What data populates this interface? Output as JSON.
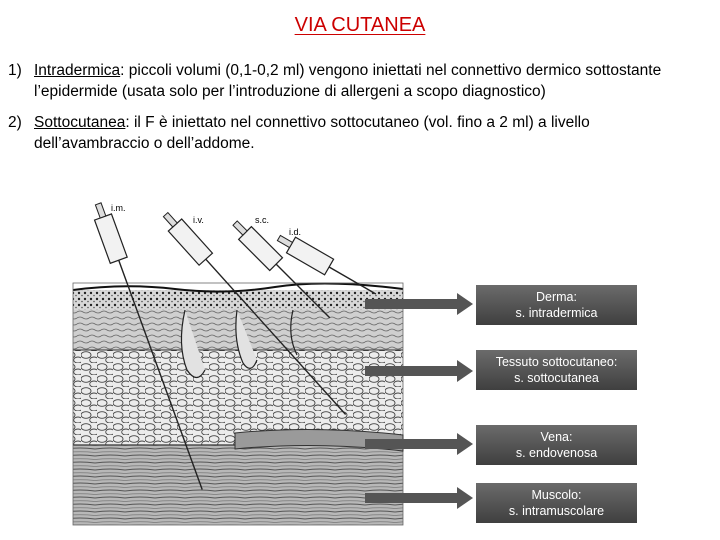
{
  "title": "VIA CUTANEA",
  "items": [
    {
      "number": "1)",
      "term": "Intradermica",
      "text": ": piccoli volumi (0,1-0,2 ml) vengono iniettati nel connettivo dermico sottostante l’epidermide (usata solo per l’introduzione di allergeni a scopo diagnostico)"
    },
    {
      "number": "2)",
      "term": "Sottocutanea",
      "text": ": il F è iniettato nel connettivo sottocutaneo (vol. fino a 2 ml) a livello dell’avambraccio o dell’addome."
    }
  ],
  "figure": {
    "syringe_labels": [
      "i.m.",
      "i.v.",
      "s.c.",
      "i.d."
    ],
    "layer_labels": [
      {
        "line1": "Derma:",
        "line2": "s. intradermica"
      },
      {
        "line1": "Tessuto sottocutaneo:",
        "line2": "s. sottocutanea"
      },
      {
        "line1": "Vena:",
        "line2": "s. endovenosa"
      },
      {
        "line1": "Muscolo:",
        "line2": "s. intramuscolare"
      }
    ]
  }
}
